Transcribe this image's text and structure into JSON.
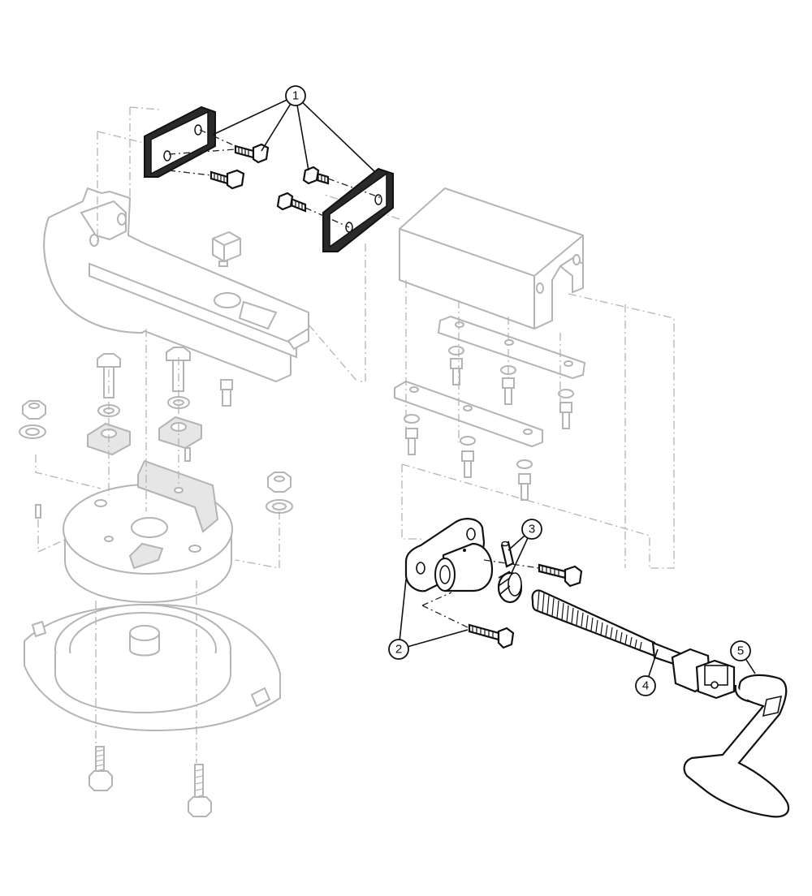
{
  "callouts": [
    {
      "id": "1",
      "label": "1"
    },
    {
      "id": "2",
      "label": "2"
    },
    {
      "id": "3",
      "label": "3"
    },
    {
      "id": "4",
      "label": "4"
    },
    {
      "id": "5",
      "label": "5"
    }
  ],
  "colors": {
    "highlight_part": "#111111",
    "ghost_part": "#b4b4b4",
    "background": "#ffffff"
  }
}
